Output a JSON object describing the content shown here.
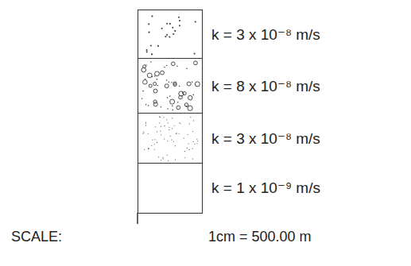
{
  "diagram": {
    "nodes": [
      {
        "text": [
          "k = 3 x 10⁻⁸ m/s"
        ]
      },
      {
        "text": [
          "k = 8 x 10⁻⁸ m/s"
        ]
      },
      {
        "text": [
          "k = 3 x 10⁻⁸ m/s"
        ]
      },
      {
        "text": [
          "k = 1 x 10⁻⁹ m/s"
        ]
      }
    ],
    "labels": [
      "SCALE:",
      "1cm = 500.00 m"
    ]
  }
}
